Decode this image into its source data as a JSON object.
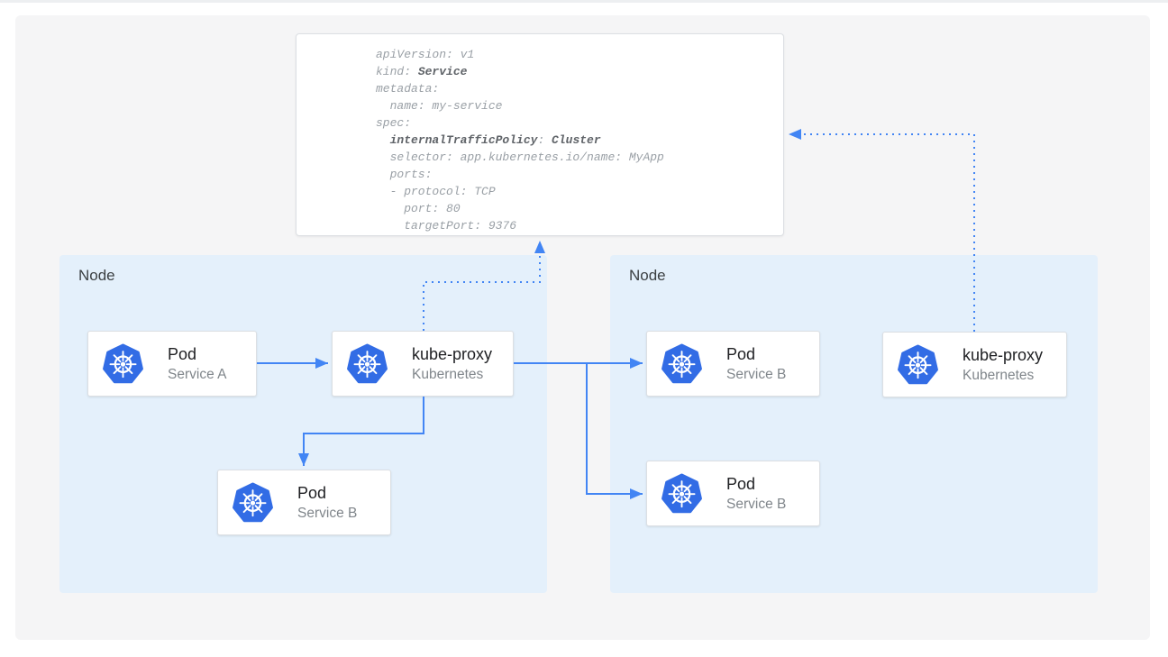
{
  "colors": {
    "arrow_blue": "#4285f4",
    "kubernetes_blue": "#326ce5",
    "node_bg": "#e4f0fb",
    "panel_bg": "#f5f5f6",
    "card_border": "#dcdfe3",
    "title_text": "#202124",
    "subtitle_text": "#80868b",
    "node_label_text": "#3c4043",
    "code_text": "#9aa0a6",
    "code_bold_text": "#5f6368"
  },
  "service_yaml": {
    "lines": [
      [
        {
          "t": "apiVersion: v1",
          "b": false
        }
      ],
      [
        {
          "t": "kind: ",
          "b": false
        },
        {
          "t": "Service",
          "b": true
        }
      ],
      [
        {
          "t": "metadata:",
          "b": false
        }
      ],
      [
        {
          "t": "  name: my-service",
          "b": false
        }
      ],
      [
        {
          "t": "spec:",
          "b": false
        }
      ],
      [
        {
          "t": "  ",
          "b": false
        },
        {
          "t": "internalTrafficPolicy",
          "b": true
        },
        {
          "t": ": ",
          "b": false
        },
        {
          "t": "Cluster",
          "b": true
        }
      ],
      [
        {
          "t": "  selector: app.kubernetes.io/name: MyApp",
          "b": false
        }
      ],
      [
        {
          "t": "  ports:",
          "b": false
        }
      ],
      [
        {
          "t": "  - protocol: TCP",
          "b": false
        }
      ],
      [
        {
          "t": "    port: 80",
          "b": false
        }
      ],
      [
        {
          "t": "    targetPort: 9376",
          "b": false
        }
      ]
    ]
  },
  "left_node": {
    "label": "Node",
    "pod_a": {
      "title": "Pod",
      "subtitle": "Service A"
    },
    "kube_proxy": {
      "title": "kube-proxy",
      "subtitle": "Kubernetes"
    },
    "pod_b": {
      "title": "Pod",
      "subtitle": "Service B"
    }
  },
  "right_node": {
    "label": "Node",
    "pod_b_top": {
      "title": "Pod",
      "subtitle": "Service B"
    },
    "pod_b_bottom": {
      "title": "Pod",
      "subtitle": "Service B"
    },
    "kube_proxy": {
      "title": "kube-proxy",
      "subtitle": "Kubernetes"
    }
  }
}
